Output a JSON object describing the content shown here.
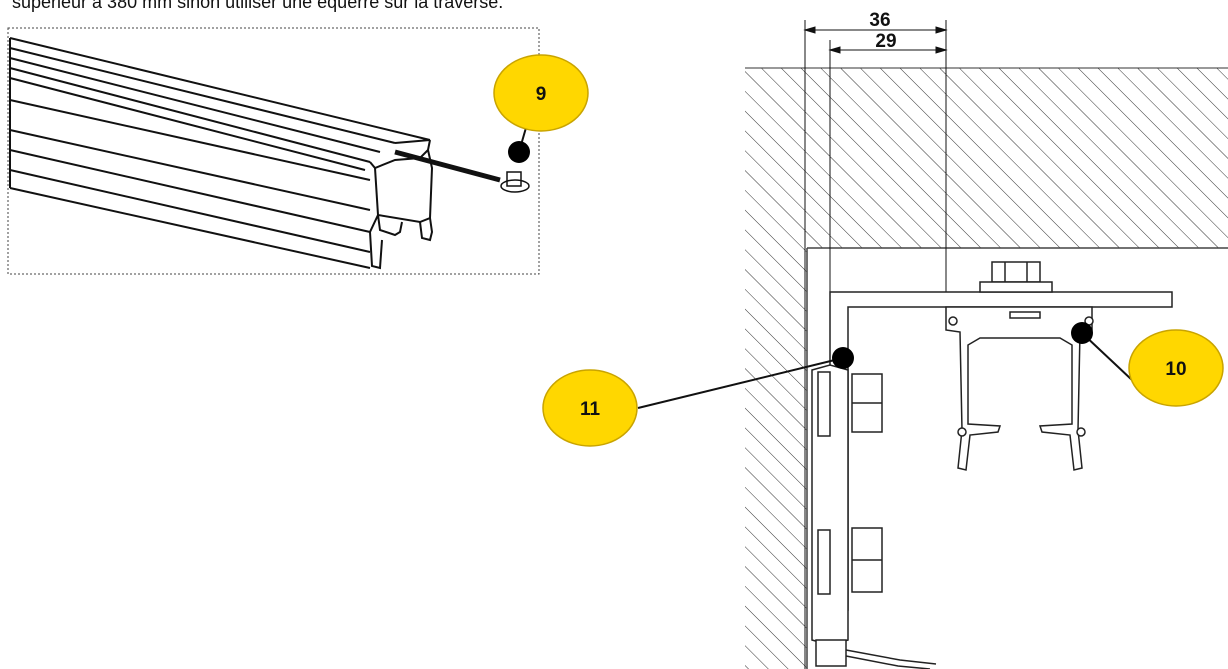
{
  "caption": "supérieur à 380 mm sinon utiliser une équerre sur la traverse.",
  "callouts": [
    {
      "id": "9",
      "label": "9"
    },
    {
      "id": "10",
      "label": "10"
    },
    {
      "id": "11",
      "label": "11"
    }
  ],
  "dimensions": {
    "outer": "36",
    "inner": "29"
  },
  "colors": {
    "callout_fill": "#FFD700",
    "callout_stroke": "#C9A400",
    "line": "#111111",
    "hatch": "#333333"
  }
}
